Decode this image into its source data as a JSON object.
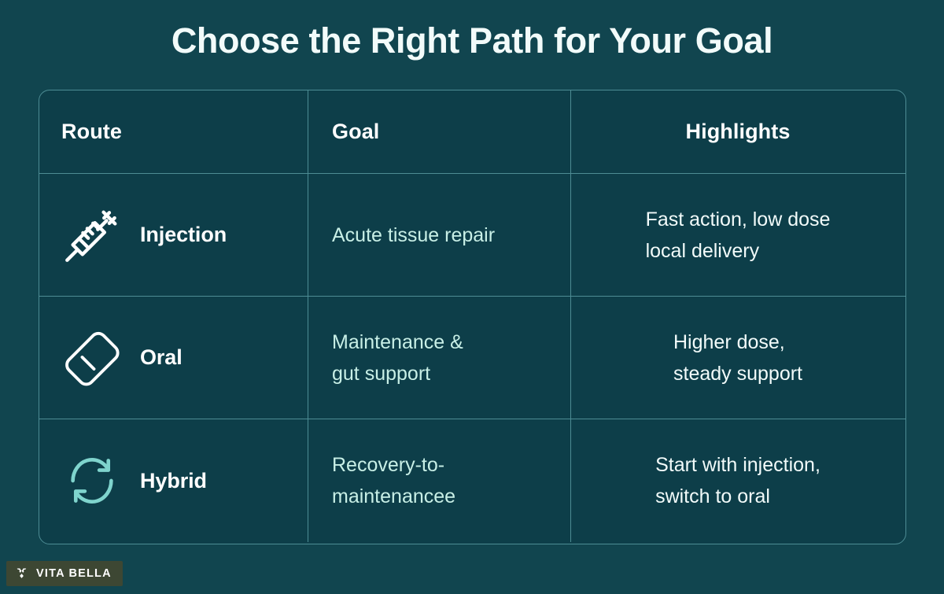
{
  "page": {
    "title": "Choose the Right Path for Your Goal",
    "background_color": "#11454f",
    "panel_color": "#0d3e49",
    "border_color": "#4d8c94",
    "accent_mint": "#7fd4cd",
    "goal_text_color": "#c8efe6",
    "text_color": "#f2fbfa"
  },
  "table": {
    "columns": [
      {
        "key": "route",
        "label": "Route"
      },
      {
        "key": "goal",
        "label": "Goal"
      },
      {
        "key": "highlights",
        "label": "Highlights"
      }
    ],
    "rows": [
      {
        "icon": "syringe-icon",
        "icon_color": "#ffffff",
        "route": "Injection",
        "goal": "Acute tissue repair",
        "highlights": "Fast action, low dose\nlocal delivery"
      },
      {
        "icon": "capsule-icon",
        "icon_color": "#ffffff",
        "route": "Oral",
        "goal": "Maintenance &\ngut support",
        "highlights": "Higher dose,\nsteady support"
      },
      {
        "icon": "sync-arrows-icon",
        "icon_color": "#7fd4cd",
        "route": "Hybrid",
        "goal": "Recovery-to-\nmaintenancee",
        "highlights": "Start with injection,\nswitch to oral"
      }
    ]
  },
  "logo": {
    "mark": "vita-bella-mark-icon",
    "text": "VITA BELLA",
    "badge_color": "#3d4733"
  }
}
